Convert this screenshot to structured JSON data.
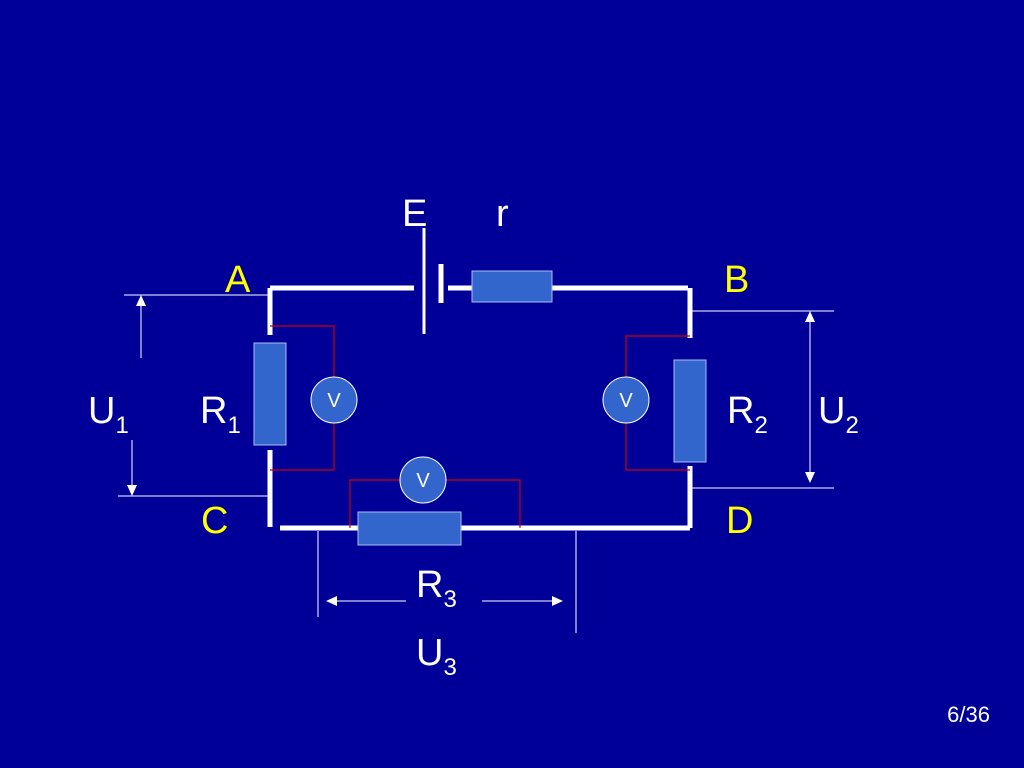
{
  "diagram": {
    "battery": {
      "emf_label": "E",
      "internal_resistance_label": "r"
    },
    "points": {
      "a": "A",
      "b": "B",
      "c": "C",
      "d": "D"
    },
    "resistors": [
      {
        "base": "R",
        "sub": "1"
      },
      {
        "base": "R",
        "sub": "2"
      },
      {
        "base": "R",
        "sub": "3"
      }
    ],
    "voltages": [
      {
        "base": "U",
        "sub": "1"
      },
      {
        "base": "U",
        "sub": "2"
      },
      {
        "base": "U",
        "sub": "3"
      }
    ],
    "voltmeter_symbol": "V",
    "colors": {
      "background": "#000099",
      "wire": "#ffffff",
      "resistor_fill": "#3366cc",
      "voltmeter_fill": "#3366cc",
      "voltmeter_wire": "#cc0000",
      "point_labels": "#ffff00"
    }
  },
  "footer": {
    "page": "6/36"
  }
}
